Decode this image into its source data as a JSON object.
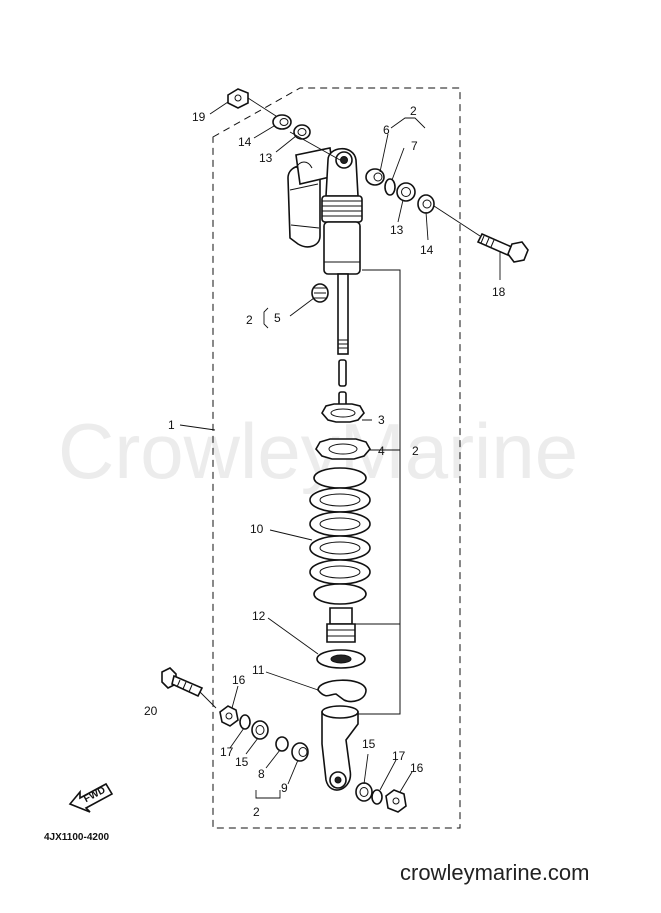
{
  "watermark": "CrowleyMarine",
  "footer_url": "crowleymarine.com",
  "diagram_code": "4JX1100-4200",
  "fwd_label": "FWD",
  "callouts": [
    {
      "id": "c19",
      "text": "19"
    },
    {
      "id": "c14a",
      "text": "14"
    },
    {
      "id": "c13a",
      "text": "13"
    },
    {
      "id": "c2a",
      "text": "2"
    },
    {
      "id": "c6",
      "text": "6"
    },
    {
      "id": "c7",
      "text": "7"
    },
    {
      "id": "c13b",
      "text": "13"
    },
    {
      "id": "c14b",
      "text": "14"
    },
    {
      "id": "c18",
      "text": "18"
    },
    {
      "id": "c2b",
      "text": "2"
    },
    {
      "id": "c5",
      "text": "5"
    },
    {
      "id": "c1",
      "text": "1"
    },
    {
      "id": "c3",
      "text": "3"
    },
    {
      "id": "c4",
      "text": "4"
    },
    {
      "id": "c2c",
      "text": "2"
    },
    {
      "id": "c10",
      "text": "10"
    },
    {
      "id": "c12",
      "text": "12"
    },
    {
      "id": "c11",
      "text": "11"
    },
    {
      "id": "c16a",
      "text": "16"
    },
    {
      "id": "c20",
      "text": "20"
    },
    {
      "id": "c17a",
      "text": "17"
    },
    {
      "id": "c15a",
      "text": "15"
    },
    {
      "id": "c8",
      "text": "8"
    },
    {
      "id": "c9",
      "text": "9"
    },
    {
      "id": "c2d",
      "text": "2"
    },
    {
      "id": "c15b",
      "text": "15"
    },
    {
      "id": "c17b",
      "text": "17"
    },
    {
      "id": "c16b",
      "text": "16"
    }
  ]
}
